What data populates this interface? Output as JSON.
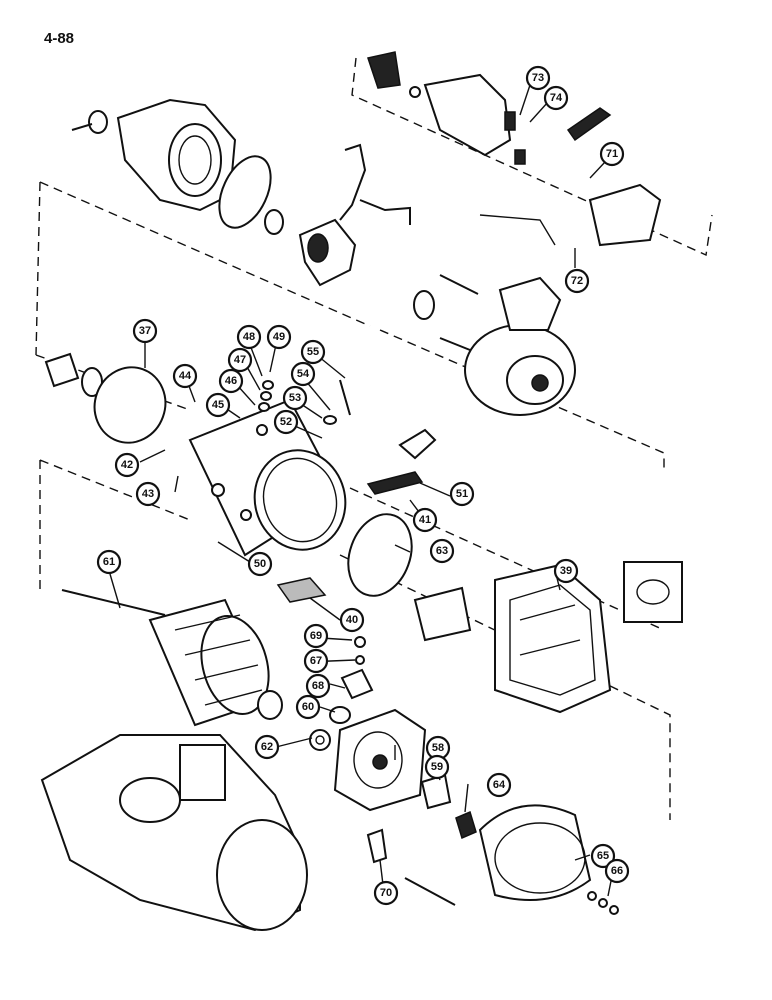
{
  "page": {
    "number": "4-88"
  },
  "callouts": [
    {
      "id": "c73",
      "label": "73"
    },
    {
      "id": "c74",
      "label": "74"
    },
    {
      "id": "c71",
      "label": "71"
    },
    {
      "id": "c72",
      "label": "72"
    },
    {
      "id": "c37",
      "label": "37"
    },
    {
      "id": "c48",
      "label": "48"
    },
    {
      "id": "c49",
      "label": "49"
    },
    {
      "id": "c47",
      "label": "47"
    },
    {
      "id": "c55",
      "label": "55"
    },
    {
      "id": "c44",
      "label": "44"
    },
    {
      "id": "c46",
      "label": "46"
    },
    {
      "id": "c54",
      "label": "54"
    },
    {
      "id": "c45",
      "label": "45"
    },
    {
      "id": "c53",
      "label": "53"
    },
    {
      "id": "c52",
      "label": "52"
    },
    {
      "id": "c42",
      "label": "42"
    },
    {
      "id": "c43",
      "label": "43"
    },
    {
      "id": "c51",
      "label": "51"
    },
    {
      "id": "c41",
      "label": "41"
    },
    {
      "id": "c50",
      "label": "50"
    },
    {
      "id": "c63",
      "label": "63"
    },
    {
      "id": "c61",
      "label": "61"
    },
    {
      "id": "c39",
      "label": "39"
    },
    {
      "id": "c40",
      "label": "40"
    },
    {
      "id": "c69",
      "label": "69"
    },
    {
      "id": "c67",
      "label": "67"
    },
    {
      "id": "c68",
      "label": "68"
    },
    {
      "id": "c60",
      "label": "60"
    },
    {
      "id": "c62",
      "label": "62"
    },
    {
      "id": "c58",
      "label": "58"
    },
    {
      "id": "c59",
      "label": "59"
    },
    {
      "id": "c64",
      "label": "64"
    },
    {
      "id": "c65",
      "label": "65"
    },
    {
      "id": "c66",
      "label": "66"
    },
    {
      "id": "c70",
      "label": "70"
    }
  ]
}
